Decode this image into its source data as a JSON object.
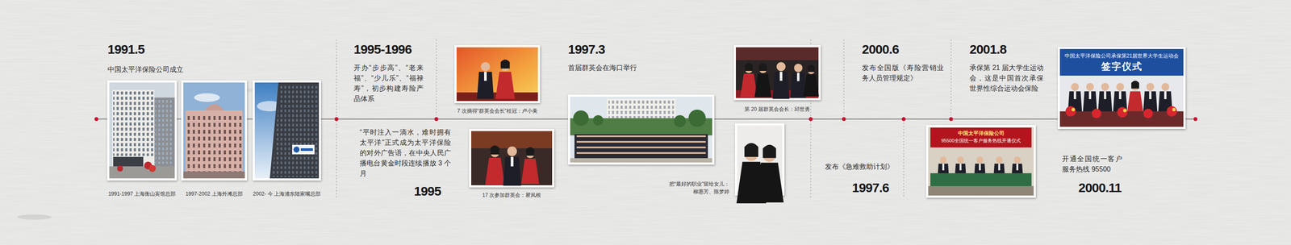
{
  "diagram": {
    "labels": [
      "1991.5",
      "中国太平洋保险公司成立",
      "1991-1997 上海衡山宾馆总部",
      "1997-2002 上海外滩总部",
      "2002- 今 上海浦东陆家嘴总部",
      "1995-1996",
      "开办“步步高”、“老来福”、“少儿乐”、“福禄寿”，初步构建寿险产品体系",
      "“平时注入一滴水，难时拥有太平洋”正式成为太平洋保险的对外广告语，在中央人民广播电台黄金时段连续播放 3 个月",
      "1995",
      "7 次摘得“群英会会长”桂冠：卢小美",
      "17 次参加群英会：瞿凤根",
      "1997.3",
      "首届群英会在海口举行",
      "第 20 届群英会会长：邱世勇",
      "把“最好的职业”留给女儿：",
      "柳惠芳、陈梦婷",
      "发布《急难救助计划》",
      "1997.6",
      "2000.6",
      "发布全国版《寿险营销业务人员管理规定》",
      "2001.8",
      "承保第 21 届大学生运动会，这是中国首次承保世界性综合运动会保险",
      "开通全国统一客户服务热线 95500",
      "2000.11",
      "中国太平洋保险公司承保第21届世界大学生运动会",
      "签字仪式",
      "中国太平洋保险公司",
      "95500全国统一客户服务热线开通仪式"
    ]
  }
}
